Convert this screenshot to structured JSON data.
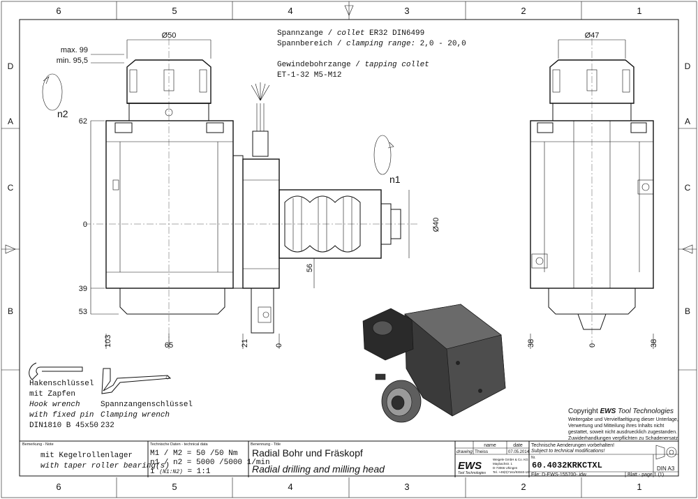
{
  "frame": {
    "top_cols": [
      "6",
      "5",
      "4",
      "3",
      "2",
      "1"
    ],
    "bottom_cols": [
      "6",
      "5",
      "4",
      "3",
      "2",
      "1"
    ],
    "rows": [
      "D",
      "C",
      "B",
      "A"
    ]
  },
  "spec": {
    "line1_de": "Spannzange /",
    "line1_en": "collet",
    "line1_val": "ER32   DIN6499",
    "line2_de": "Spannbereich /",
    "line2_en": "clamping range:",
    "line2_val": "2,0 - 20,0",
    "line3_de": "Gewindebohrzange /",
    "line3_en": "tapping collet",
    "line4": "ET-1-32   M5-M12"
  },
  "dims": {
    "d50": "Ø50",
    "d47": "Ø47",
    "d40": "Ø40",
    "max": "max. 99",
    "min": "min. 95,5",
    "h62": "62",
    "h0": "0",
    "h39": "39",
    "h53": "53",
    "v56": "56",
    "b103": "103",
    "b65": "65",
    "b21": "21",
    "b0": "0",
    "r38a": "38",
    "r0": "0",
    "r38b": "38",
    "n1": "n1",
    "n2": "n2"
  },
  "tools": {
    "hook_de1": "Hakenschlüssel",
    "hook_de2": "mit Zapfen",
    "hook_en1": "Hook wrench",
    "hook_en2": "with fixed pin",
    "hook_std": "DIN1810 B 45x50",
    "clamp_de": "Spannzangenschlüssel",
    "clamp_en": "Clamping wrench",
    "clamp_no": "232"
  },
  "copyright": {
    "title_pre": "Copyright ",
    "title_brand": "EWS",
    "title_post": " Tool Technologies",
    "l1": "Weitergabe und Vervielfaeltigung dieser Unterlage,",
    "l2": "Verwertung und Mitteilung ihres Inhalts nicht",
    "l3": "gestattet, soweit nicht ausdruecklich zugestanden.",
    "l4": "Zuwiderhandlungen verpflichten zu Schadenersatz."
  },
  "titleblock": {
    "note_hdr": "Bemerkung - Note",
    "note1": "mit Kegelrollenlager",
    "note2": "with taper roller bearing(s)",
    "tech_hdr": "Technische Daten - technical data",
    "tech1": "M1 / M2 = 50  /50  Nm",
    "tech2": "n1 / n2 = 5000 /5000  1/min",
    "tech3a": "i",
    "tech3b": "(N1:N2)",
    "tech3c": "= 1:1",
    "name_hdr": "Benennung - Title",
    "name_de": "Radial Bohr und Fräskopf",
    "name_en": "Radial drilling and milling head",
    "col_name": "name",
    "col_date": "date",
    "row_label": "drawing",
    "drawer": "Theiss",
    "date": "07.05.2014",
    "logo": "EWS",
    "logo_sub": "Tool Technologies",
    "addr1": "Weigele GmbH & Co. KG",
    "addr2": "Maybachstr. 1",
    "addr3": "D-73066 Uhingen",
    "addr4": "Tel. +49(0)7161/93040-10",
    "changes_de": "Technische Aenderungen vorbehalten!",
    "changes_en": "Subject to technical modifications!",
    "nr_label": "Nr.",
    "part_no": "60.4032KRKCTXL",
    "din": "DIN A3",
    "file": "File: D-EWS-155700-.idw",
    "sheet": "Blatt - page  1 (1)"
  }
}
